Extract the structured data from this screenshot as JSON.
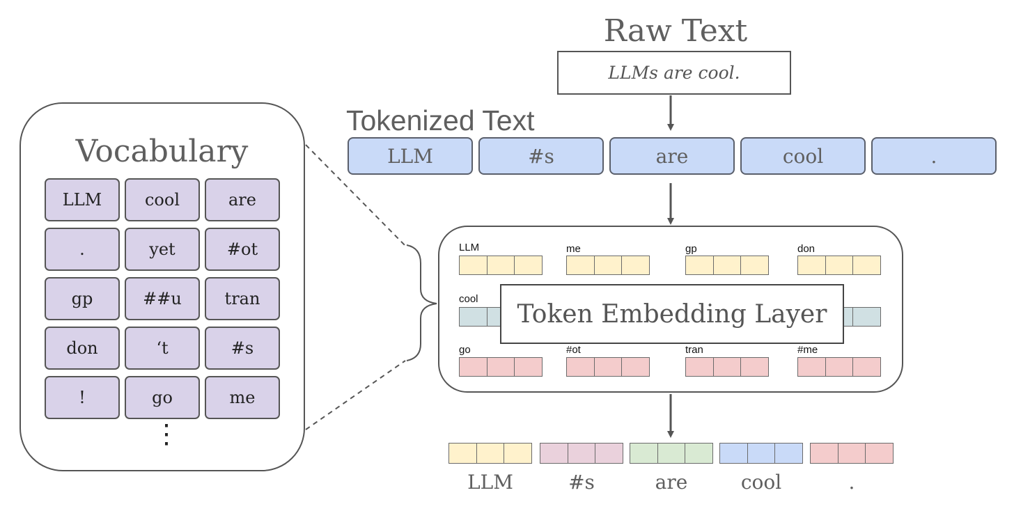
{
  "raw_text": {
    "title": "Raw Text",
    "sentence": "LLMs are cool."
  },
  "tokenized": {
    "title": "Tokenized Text",
    "tokens": [
      "LLM",
      "#s",
      "are",
      "cool",
      "."
    ]
  },
  "vocabulary": {
    "title": "Vocabulary",
    "rows": [
      [
        "LLM",
        "cool",
        "are"
      ],
      [
        ".",
        "yet",
        "#ot"
      ],
      [
        "gp",
        "##u",
        "tran"
      ],
      [
        "don",
        "‘t",
        "#s"
      ],
      [
        "!",
        "go",
        "me"
      ]
    ],
    "ellipsis": "⋮"
  },
  "embedding_layer": {
    "label": "Token Embedding Layer",
    "rows": [
      {
        "color": "#fff2cc",
        "words": [
          "LLM",
          "me",
          "gp",
          "don"
        ]
      },
      {
        "color": "#d0e0e3",
        "words": [
          "cool",
          "",
          "",
          ""
        ]
      },
      {
        "color": "#f4cccc",
        "words": [
          "go",
          "#ot",
          "tran",
          "#me"
        ]
      }
    ]
  },
  "output": {
    "tokens": [
      {
        "label": "LLM",
        "color": "#fff2cc"
      },
      {
        "label": "#s",
        "color": "#ead1dc"
      },
      {
        "label": "are",
        "color": "#d9ead3"
      },
      {
        "label": "cool",
        "color": "#c9daf8"
      },
      {
        "label": ".",
        "color": "#f4cccc"
      }
    ]
  },
  "colors": {
    "token_fill": "#c9daf8",
    "vocab_fill": "#d9d2e9",
    "stroke": "#555555",
    "text_gray": "#5f5f5f"
  }
}
